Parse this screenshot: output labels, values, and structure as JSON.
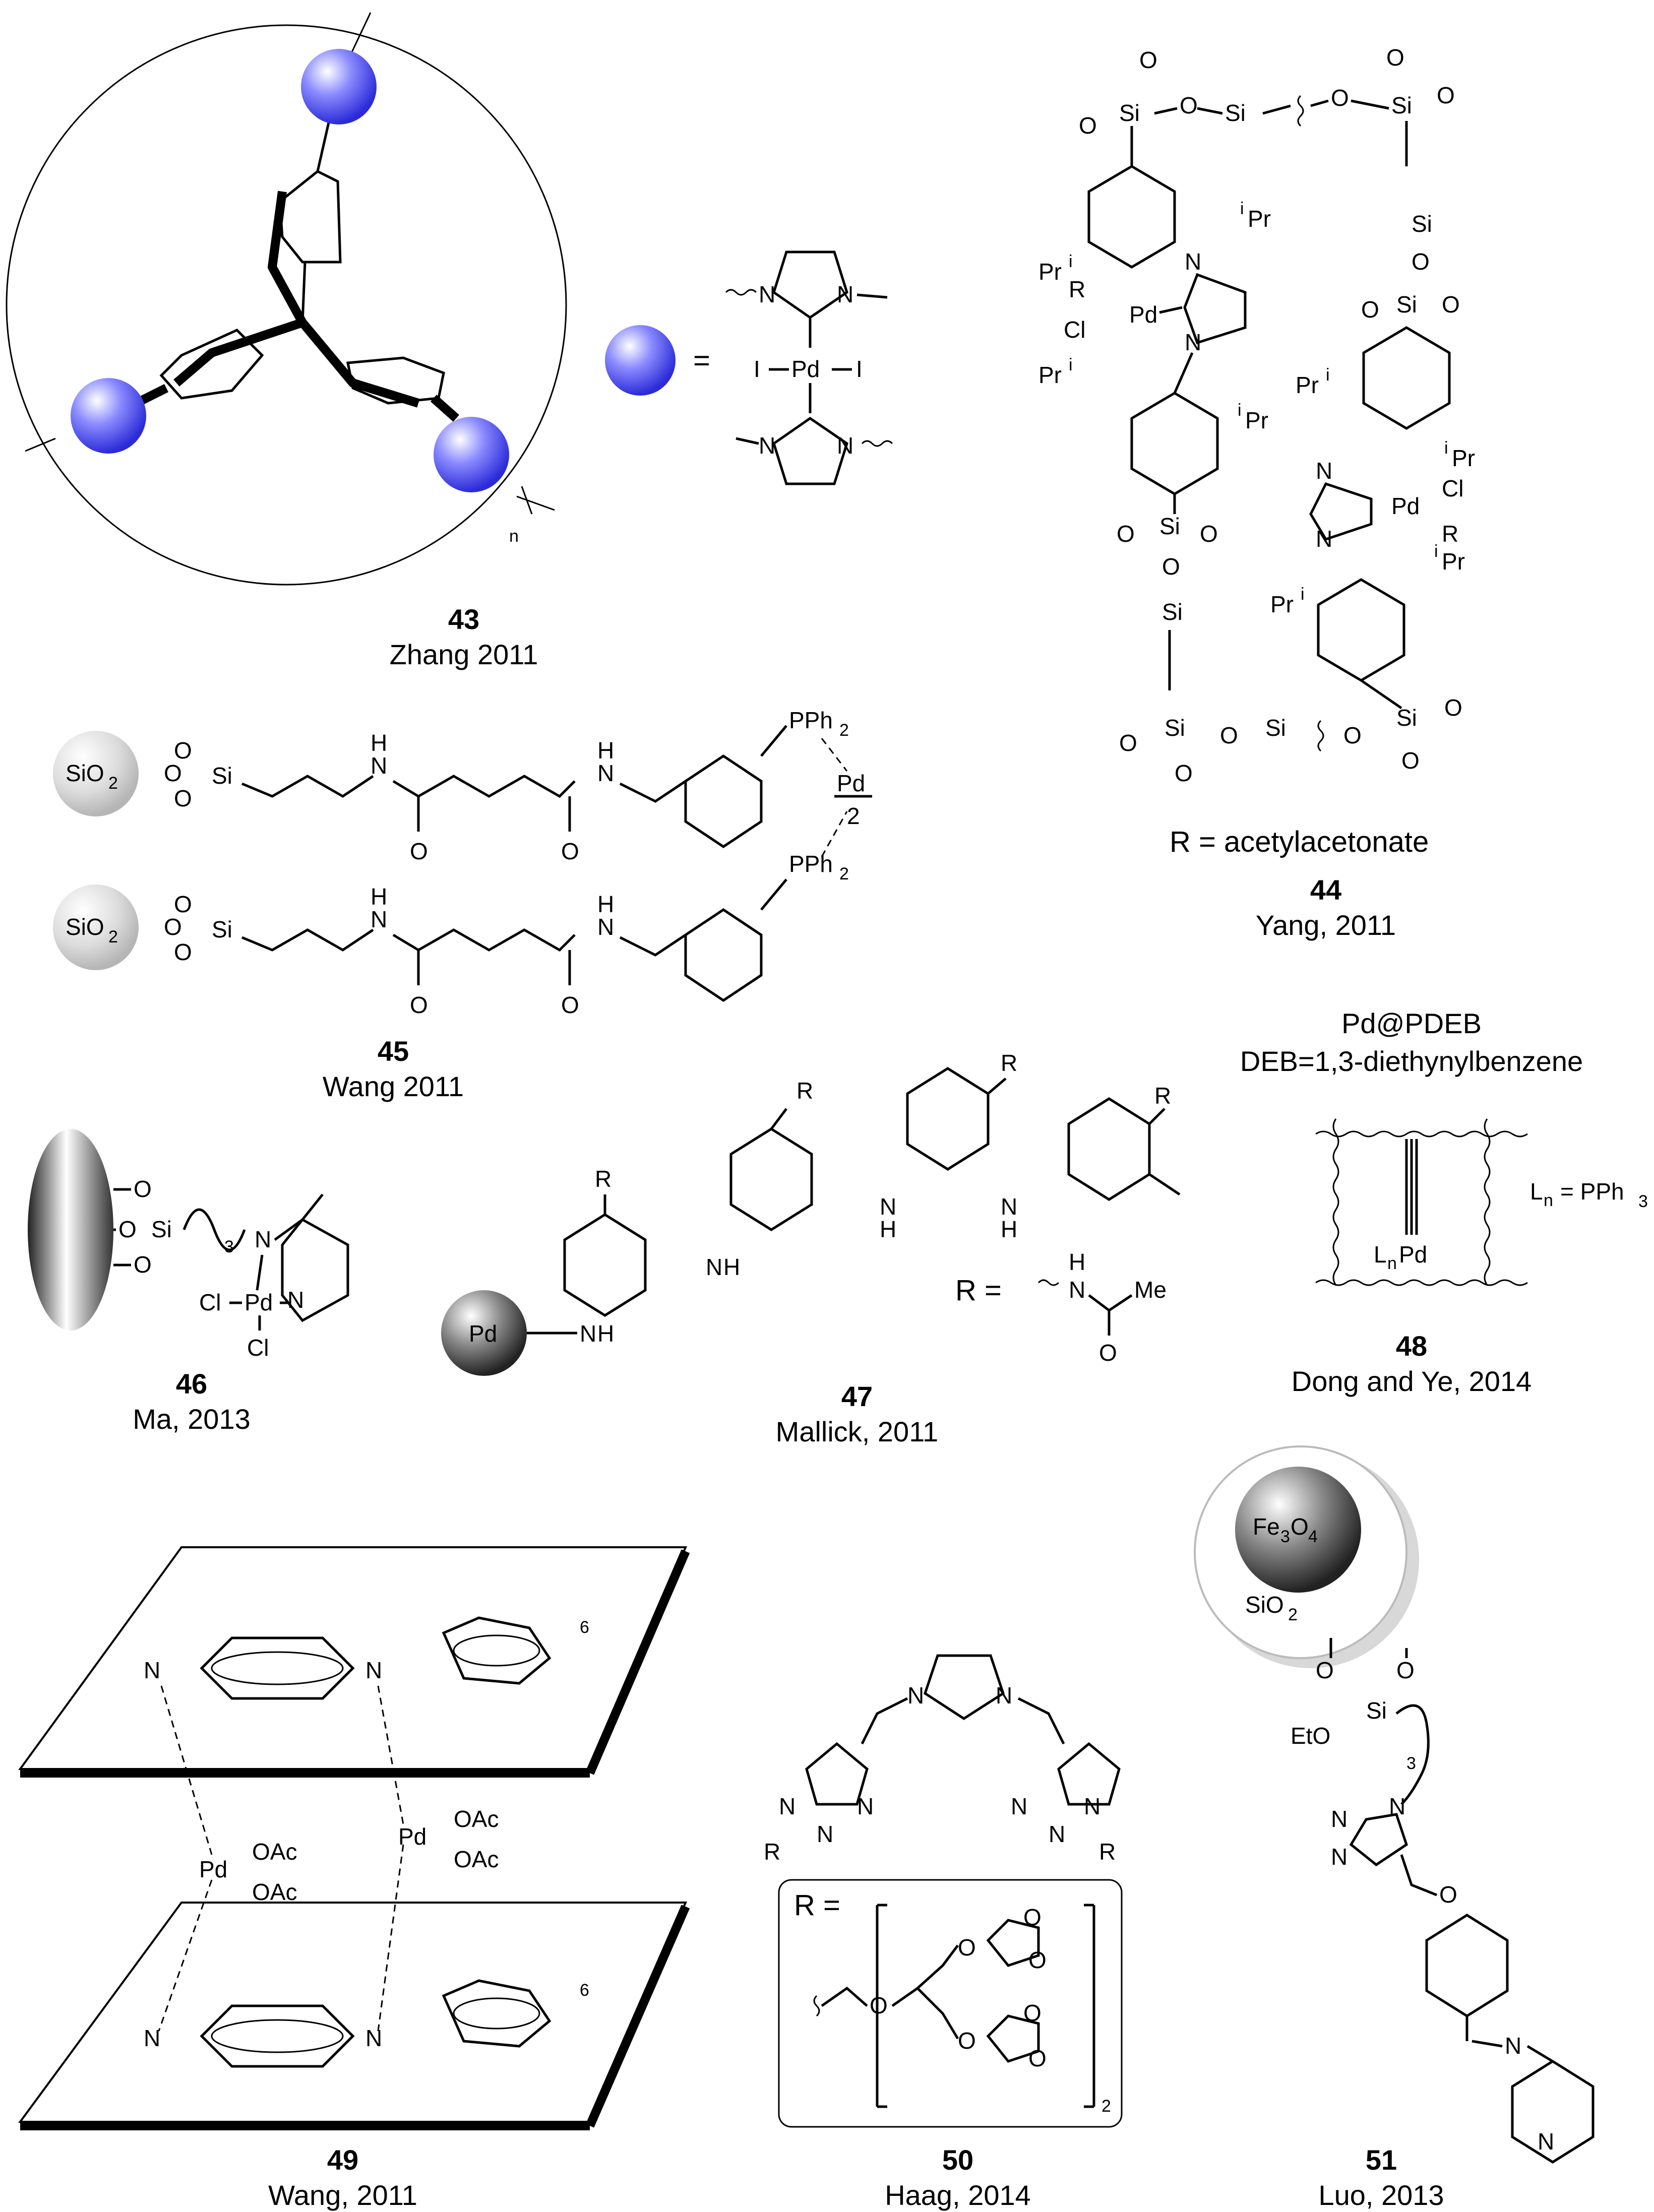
{
  "compounds": {
    "c43": {
      "number": "43",
      "author": "Zhang 2011",
      "repeat": "n",
      "equals": "="
    },
    "c44": {
      "number": "44",
      "author": "Yang, 2011",
      "r_def": "R = acetylacetonate"
    },
    "c45": {
      "number": "45",
      "author": "Wang 2011",
      "pd": "Pd",
      "pd_denom": "2"
    },
    "c46": {
      "number": "46",
      "author": "Ma, 2013",
      "sub3": "3"
    },
    "c47": {
      "number": "47",
      "author": "Mallick, 2011",
      "r_def": "R =",
      "me": "Me"
    },
    "c48": {
      "number": "48",
      "author": "Dong and Ye, 2014",
      "title": "Pd@PDEB",
      "subtitle": "DEB=1,3-diethynylbenzene",
      "ln_def": "= PPh",
      "ln_def_sub": "3"
    },
    "c49": {
      "number": "49",
      "author": "Wang, 2011",
      "rep": "6"
    },
    "c50": {
      "number": "50",
      "author": "Haag, 2014",
      "r_def": "R =",
      "sub2": "2"
    },
    "c51": {
      "number": "51",
      "author": "Luo, 2013",
      "sub3": "3"
    }
  },
  "atoms": {
    "N": "N",
    "O": "O",
    "Si": "Si",
    "Pd": "Pd",
    "I": "I",
    "Cl": "Cl",
    "R": "R",
    "H": "H",
    "iPr": "Pr",
    "Pri": "Pr",
    "i": "i",
    "PPh2": "PPh",
    "two": "2",
    "SiO2": "SiO",
    "OAc": "OAc",
    "EtO": "EtO",
    "Fe3O4_a": "Fe",
    "Fe3O4_b": "O",
    "three": "3",
    "four": "4",
    "L": "L",
    "n": "n"
  }
}
